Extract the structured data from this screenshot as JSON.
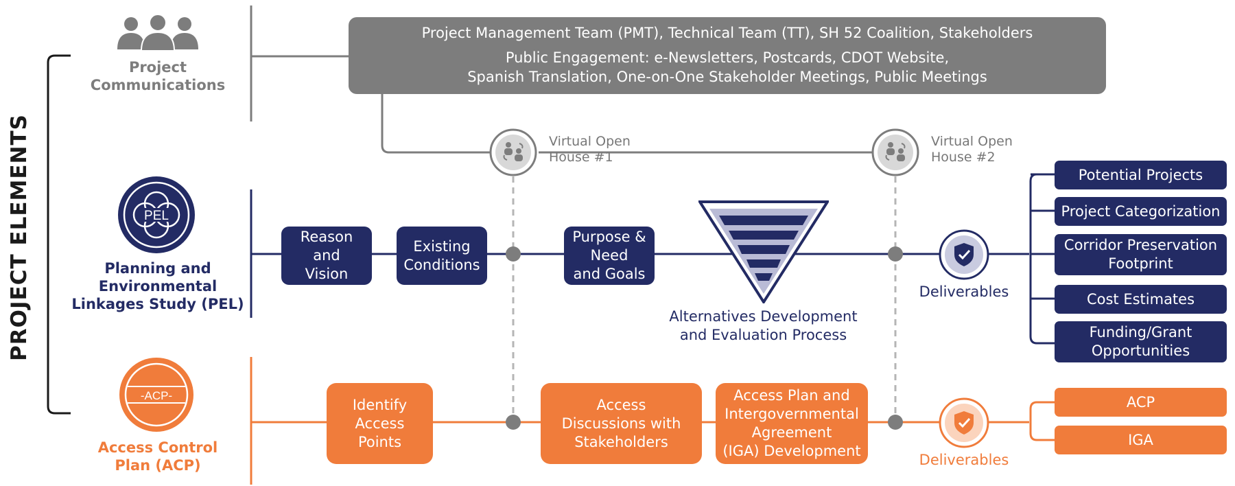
{
  "side_title": "PROJECT ELEMENTS",
  "rows": {
    "communications": {
      "label_line1": "Project",
      "label_line2": "Communications",
      "icon": "people-group-icon"
    },
    "pel": {
      "label_line1": "Planning and",
      "label_line2": "Environmental",
      "label_line3": "Linkages Study (PEL)",
      "badge_text": "PEL"
    },
    "acp": {
      "label_line1": "Access Control",
      "label_line2": "Plan (ACP)",
      "badge_text": "-ACP-"
    }
  },
  "communications_banner": {
    "line1": "Project Management Team (PMT), Technical Team (TT), SH 52 Coalition, Stakeholders",
    "line2": "Public Engagement: e-Newsletters, Postcards, CDOT Website,",
    "line3": "Spanish Translation, One-on-One Stakeholder Meetings, Public Meetings"
  },
  "open_houses": [
    {
      "line1": "Virtual Open",
      "line2": "House #1",
      "icon": "meeting-people-icon"
    },
    {
      "line1": "Virtual Open",
      "line2": "House #2",
      "icon": "meeting-people-icon"
    }
  ],
  "pel_steps": {
    "reason": {
      "line1": "Reason",
      "line2": "and",
      "line3": "Vision"
    },
    "existing": {
      "line1": "Existing",
      "line2": "Conditions"
    },
    "purpose": {
      "line1": "Purpose &",
      "line2": "Need",
      "line3": "and Goals"
    },
    "alternatives": {
      "line1": "Alternatives Development",
      "line2": "and Evaluation Process",
      "icon": "funnel-icon"
    }
  },
  "acp_steps": {
    "identify": {
      "line1": "Identify",
      "line2": "Access",
      "line3": "Points"
    },
    "discussions": {
      "line1": "Access",
      "line2": "Discussions with",
      "line3": "Stakeholders"
    },
    "iga": {
      "line1": "Access Plan and",
      "line2": "Intergovernmental",
      "line3": "Agreement",
      "line4": "(IGA) Development"
    }
  },
  "deliverables_label": "Deliverables",
  "pel_deliverables": {
    "d1": {
      "line1": "Potential Projects"
    },
    "d2": {
      "line1": "Project Categorization"
    },
    "d3": {
      "line1": "Corridor Preservation",
      "line2": "Footprint"
    },
    "d4": {
      "line1": "Cost Estimates"
    },
    "d5": {
      "line1": "Funding/Grant",
      "line2": "Opportunities"
    }
  },
  "acp_deliverables": {
    "d1": {
      "line1": "ACP"
    },
    "d2": {
      "line1": "IGA"
    }
  },
  "colors": {
    "navy": "#232b64",
    "orange": "#f07c3b",
    "gray": "#7d7d7d",
    "dark_gray": "#777777"
  }
}
